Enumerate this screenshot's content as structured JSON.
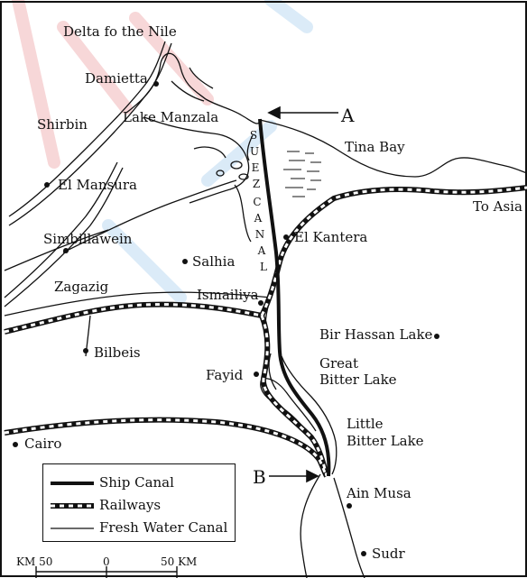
{
  "colors": {
    "ink": "#111111",
    "background": "#ffffff",
    "watermark": "#d7262b",
    "watermark_blue": "#3a8fd6"
  },
  "places": {
    "delta_nile": "Delta fo the Nile",
    "damietta": "Damietta",
    "lake_manzala": "Lake Manzala",
    "shirbin": "Shirbin",
    "el_mansura": "El Mansura",
    "simbillawein": "Simbillawein",
    "zagazig": "Zagazig",
    "salhia": "Salhia",
    "ismailiya": "Ismailiya",
    "bilbeis": "Bilbeis",
    "fayid": "Fayid",
    "cairo": "Cairo",
    "tina_bay": "Tina Bay",
    "to_asia": "To Asia",
    "el_kantera": "El Kantera",
    "bir_hassan_lake": "Bir Hassan Lake",
    "great_bitter_lake_1": "Great",
    "great_bitter_lake_2": "Bitter Lake",
    "little_bitter_lake_1": "Little",
    "little_bitter_lake_2": "Bitter Lake",
    "ain_musa": "Ain Musa",
    "sudr": "Sudr"
  },
  "canal_vertical_label": [
    "S",
    "U",
    "E",
    "Z",
    "C",
    "A",
    "N",
    "A",
    "L"
  ],
  "markers": {
    "a": "A",
    "b": "B"
  },
  "legend": {
    "ship_canal": "Ship Canal",
    "railways": "Railways",
    "fresh_water_canal": "Fresh Water Canal"
  },
  "scale": {
    "left": "KM 50",
    "middle": "0",
    "right": "50 KM"
  }
}
